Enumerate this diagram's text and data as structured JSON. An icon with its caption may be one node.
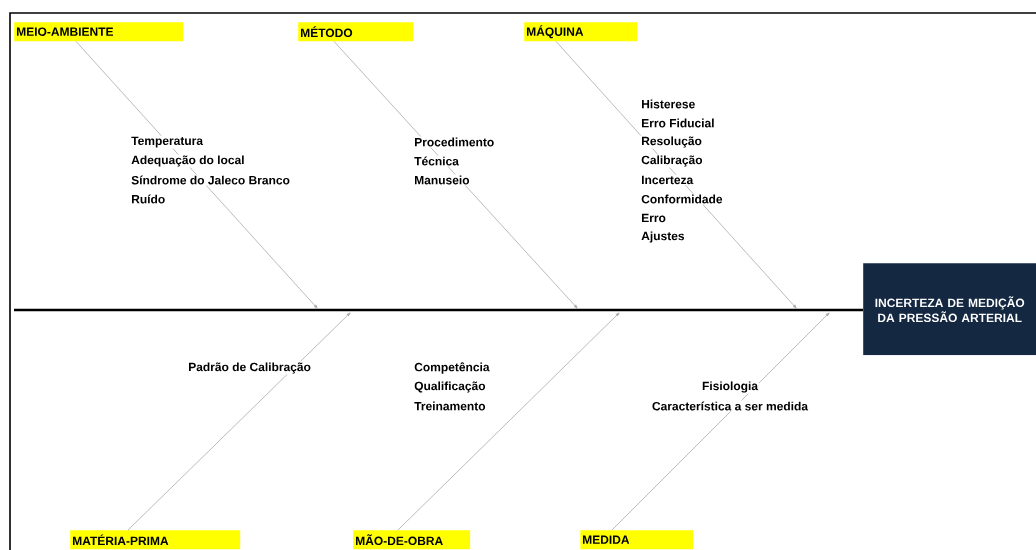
{
  "diagram": {
    "nodes": [
      {
        "text": [
          "MEIO-AMBIENTE"
        ]
      },
      {
        "text": [
          "MÉTODO"
        ]
      },
      {
        "text": [
          "MÁQUINA"
        ]
      },
      {
        "text": [
          "MATÉRIA-PRIMA"
        ]
      },
      {
        "text": [
          "MÃO-DE-OBRA"
        ]
      },
      {
        "text": [
          "MEDIDA"
        ]
      },
      {
        "text": [
          "INCERTEZA DE MEDIÇÃO DA PRESSÃO ARTERIAL"
        ]
      }
    ],
    "edges": [
      {
        "from": 0,
        "to": null,
        "arrow": "to"
      },
      {
        "from": 1,
        "to": null,
        "arrow": "to"
      },
      {
        "from": 2,
        "to": null,
        "arrow": "to"
      },
      {
        "from": 3,
        "to": null,
        "arrow": "to"
      },
      {
        "from": 4,
        "to": null,
        "arrow": "to"
      },
      {
        "from": 5,
        "to": null,
        "arrow": "to"
      },
      {
        "from": null,
        "to": 6,
        "arrow": "none",
        "style": "thick",
        "color": "#000000"
      }
    ],
    "labels": [
      "Temperatura",
      "Adequação do local",
      "Síndrome do Jaleco Branco",
      "Ruído",
      "Procedimento",
      "Técnica",
      "Manuseio",
      "Histerese",
      "Erro Fiducial",
      "Resolução",
      "Calibração",
      "Incerteza",
      "Conformidade",
      "Erro",
      "Ajustes",
      "Padrão de Calibração",
      "Competência",
      "Qualificação",
      "Treinamento",
      "Fisiologia",
      "Característica a ser medida"
    ]
  }
}
